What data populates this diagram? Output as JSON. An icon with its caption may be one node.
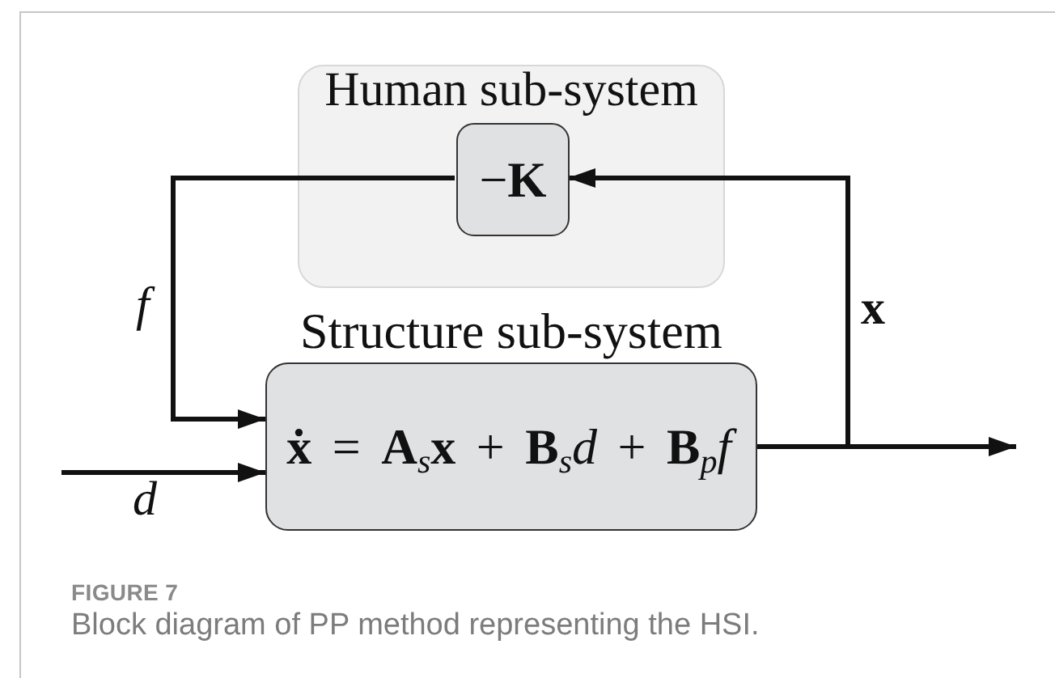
{
  "diagram": {
    "caption": "Block diagram of PP method representing the HSI.",
    "nodes": [
      {
        "text": [
          "Human sub-system"
        ]
      },
      {
        "text": [
          "−**K**"
        ],
        "in": 0
      },
      {
        "text": [
          "Structure sub-system",
          "**ẋ** = **A**$_{s}$**x** + **B**$_{s}$*d* + **B**$_{p}$*f*"
        ]
      }
    ],
    "edges": [
      {
        "from": 1,
        "to": 2,
        "arrow": "to",
        "label": "f"
      },
      {
        "from": null,
        "to": 2,
        "arrow": "to",
        "label": "d"
      },
      {
        "from": 2,
        "to": null,
        "arrow": "to"
      },
      {
        "from": 2,
        "to": 1,
        "arrow": "to",
        "label": "x"
      }
    ],
    "labels": [
      "FIGURE 7"
    ]
  }
}
